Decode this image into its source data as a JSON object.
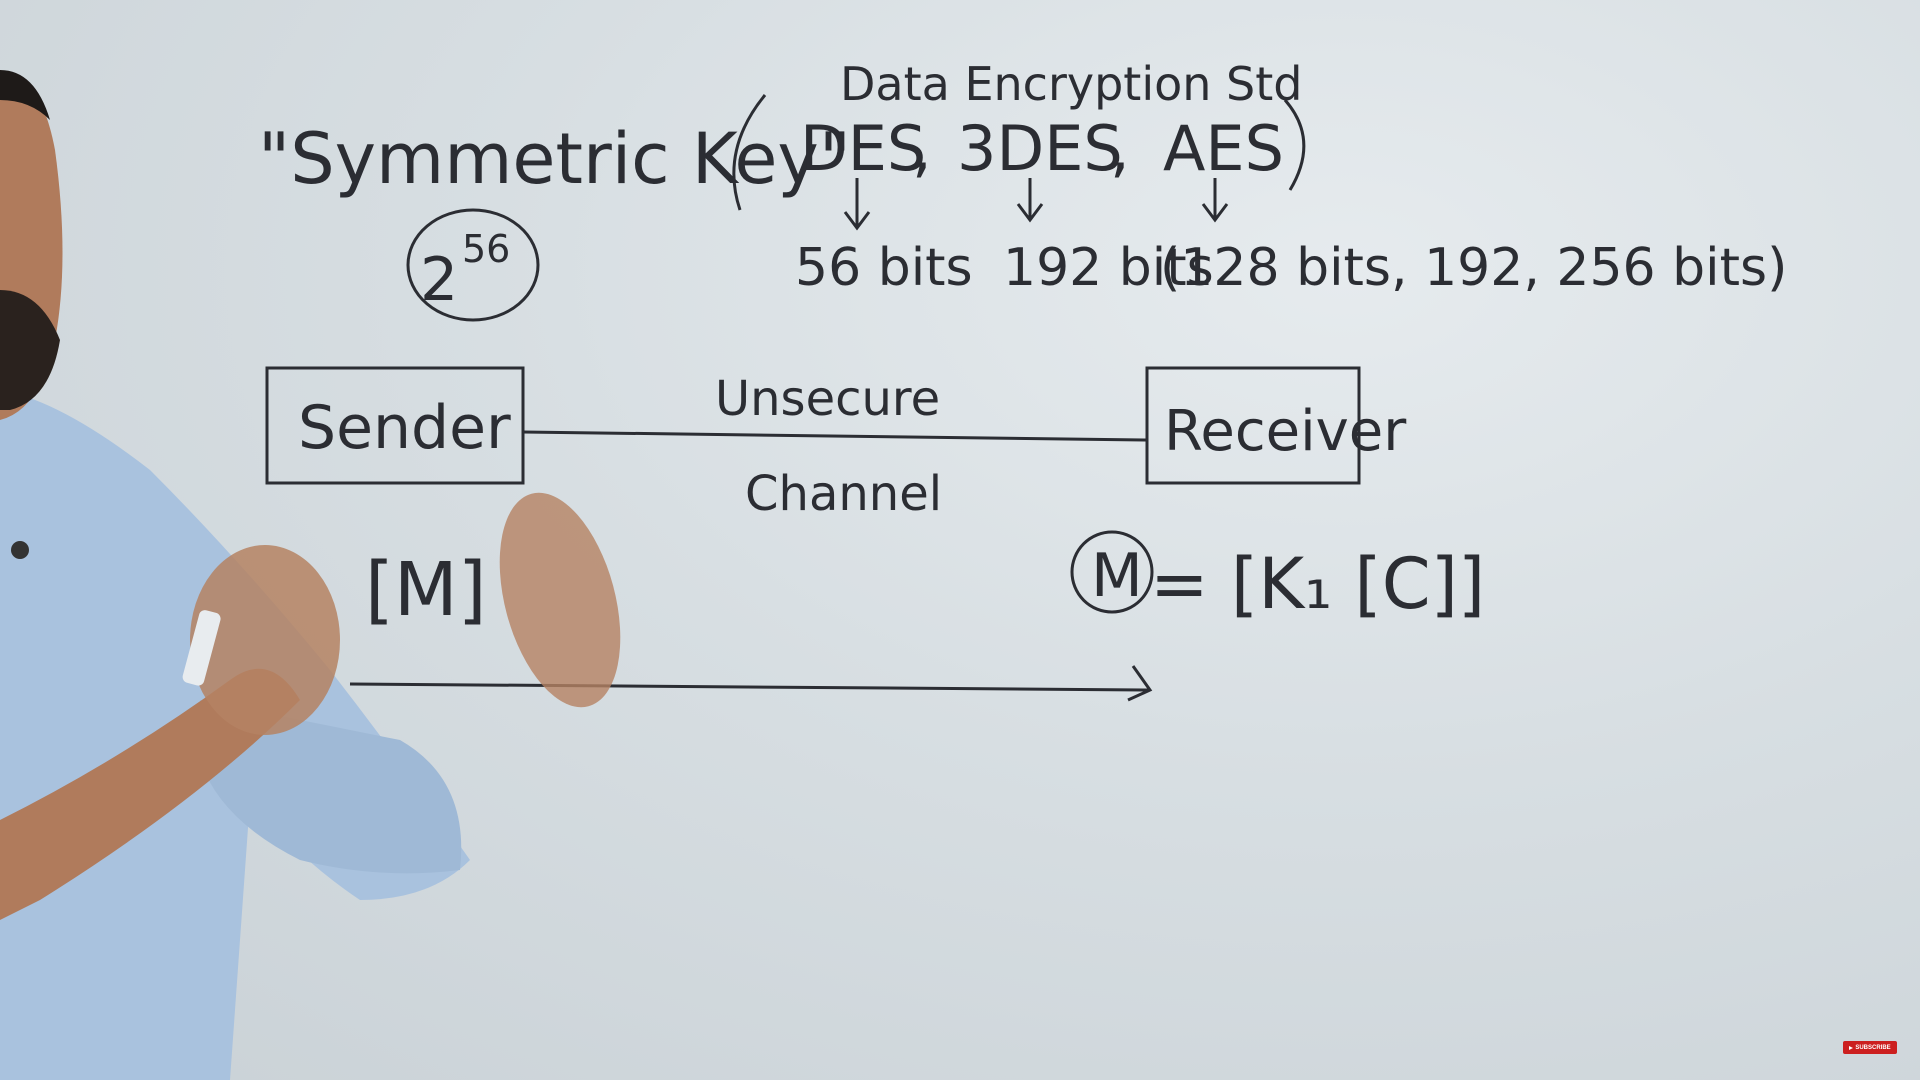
{
  "whiteboard": {
    "title": "\"Symmetric Key\"",
    "power": {
      "base": "2",
      "exponent": "56"
    },
    "algorithms_header": "Data Encryption Std",
    "algorithms": [
      {
        "name": "DES",
        "key_size": "56 bits"
      },
      {
        "name": "3DES",
        "key_size": "192 bits"
      },
      {
        "name": "AES",
        "key_size": "(128 bits, 192, 256 bits)"
      }
    ],
    "sender_label": "Sender",
    "receiver_label": "Receiver",
    "channel_top": "Unsecure",
    "channel_bottom": "Channel",
    "sender_formula": "[M]",
    "receiver_message": "M",
    "receiver_formula": "= [K₁ [C]]"
  },
  "overlay": {
    "subscribe_label": "SUBSCRIBE"
  },
  "colors": {
    "ink": "#2b2d33",
    "board": "#d7dee2",
    "shirt": "#a9c2de",
    "skin": "#b07b5c"
  }
}
